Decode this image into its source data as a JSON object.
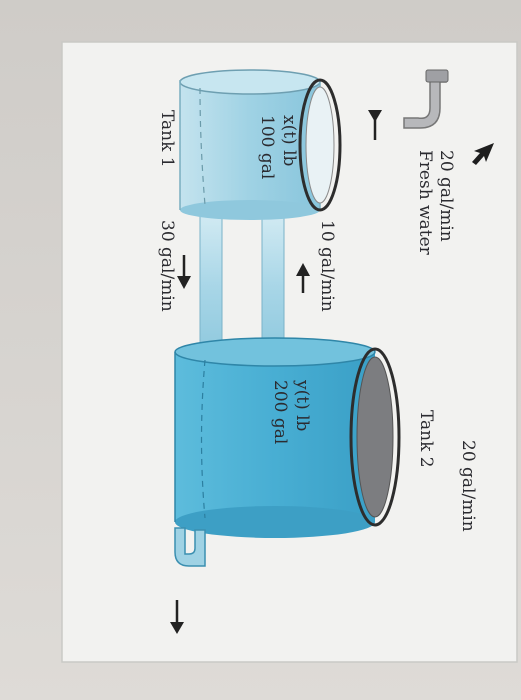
{
  "inflow": {
    "rate": "20 gal/min",
    "label": "Fresh water"
  },
  "tank1": {
    "amount": "x(t) lb",
    "volume": "100 gal",
    "name": "Tank 1"
  },
  "tank2": {
    "amount": "y(t) lb",
    "volume": "200 gal",
    "name": "Tank 2"
  },
  "pipe_return": {
    "rate": "10 gal/min"
  },
  "pipe_forward": {
    "rate": "30 gal/min"
  },
  "outflow": {
    "rate": "20 gal/min"
  },
  "colors": {
    "water": "#9fd2e4",
    "water_deep": "#4fb3d6",
    "pipe": "#b9dcea",
    "page": "#f1f1ef"
  }
}
